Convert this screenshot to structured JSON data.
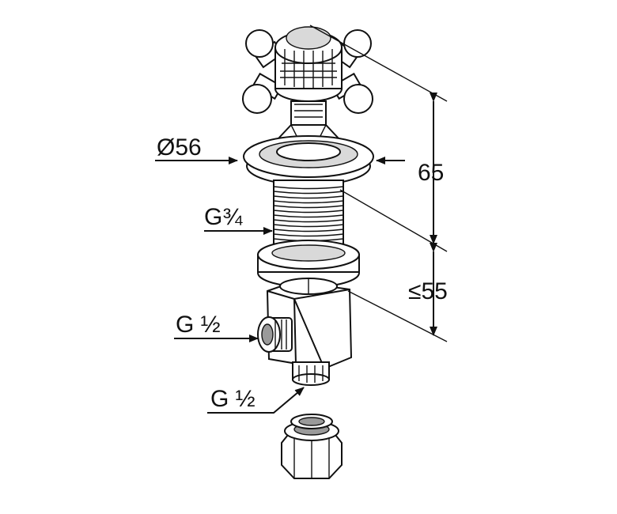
{
  "labels": {
    "diameter": "Ø56",
    "thread_main": "G¾",
    "thread_side": "G ½",
    "thread_bottom": "G ½",
    "height_upper": "65",
    "height_lower": "≤55"
  },
  "colors": {
    "line": "#111111",
    "shade": "#d9d9d9",
    "background": "#ffffff"
  }
}
